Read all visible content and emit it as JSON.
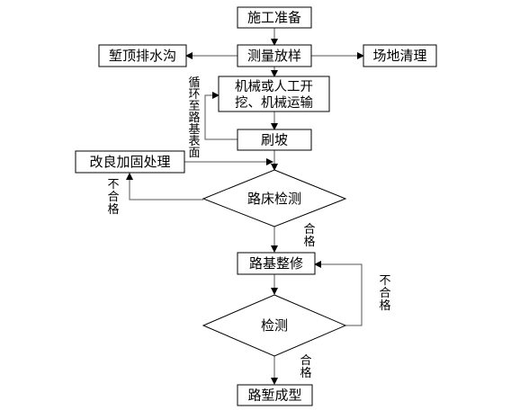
{
  "nodes": {
    "prep": "施工准备",
    "survey": "测量放样",
    "top_ditch": "堑顶排水沟",
    "site_clear": "场地清理",
    "excavate_line1": "机械或人工开",
    "excavate_line2": "挖、机械运输",
    "brush_slope": "刷坡",
    "improve": "改良加固处理",
    "bed_check": "路床检测",
    "subgrade_trim": "路基整修",
    "check": "检测",
    "final": "路堑成型"
  },
  "labels": {
    "loop_text": [
      "循",
      "环",
      "至",
      "路",
      "基",
      "表",
      "面"
    ],
    "fail_1": [
      "不",
      "合",
      "格"
    ],
    "pass_1": [
      "合",
      "格"
    ],
    "fail_2": [
      "不",
      "合",
      "格"
    ],
    "pass_2": [
      "合",
      "格"
    ]
  }
}
